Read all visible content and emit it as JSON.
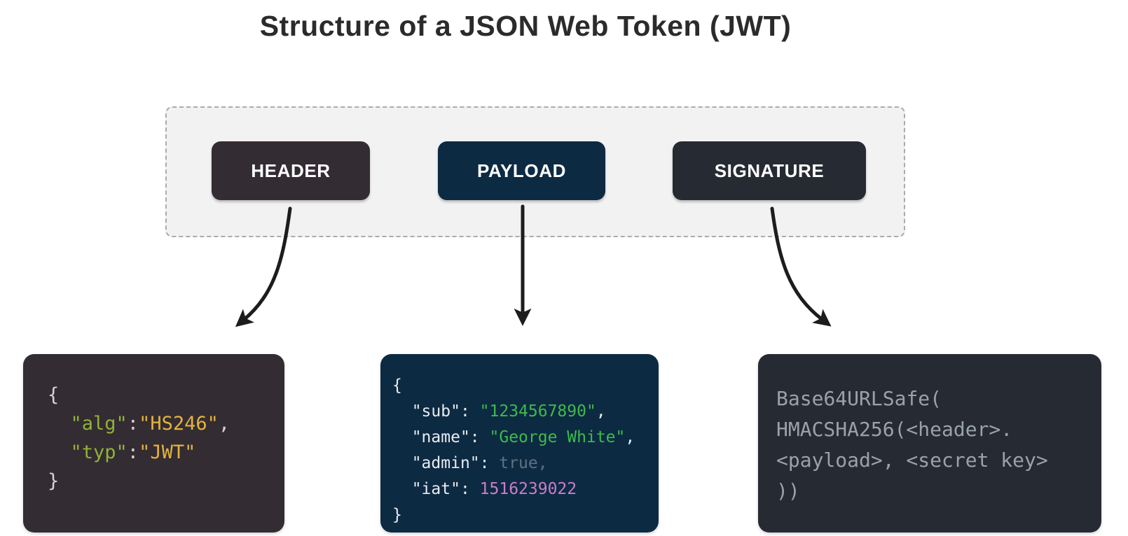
{
  "title": "Structure of a JSON Web Token (JWT)",
  "parts": [
    {
      "id": "header",
      "label": "HEADER"
    },
    {
      "id": "payload",
      "label": "PAYLOAD"
    },
    {
      "id": "signature",
      "label": "SIGNATURE"
    }
  ],
  "colors": {
    "title_text": "#2b2b2b",
    "group_bg": "#f2f2f3",
    "group_border": "#ababab",
    "header_bg": "#342c33",
    "payload_bg": "#0d2a43",
    "signature_bg": "#262b33",
    "label_text": "#ffffff",
    "arrow": "#1d1d1d",
    "punct": "#d6d3d6",
    "key_green": "#8fb337",
    "value_gold": "#e2b43c",
    "payload_text": "#e8ecef",
    "string_green": "#3dbb4a",
    "bool_gray": "#5f7282",
    "number_pink": "#c87ec8",
    "sig_text": "#99a2ac"
  },
  "code_blocks": {
    "header": {
      "lines": [
        [
          {
            "t": "{",
            "c": "punct"
          }
        ],
        [
          {
            "t": "  ",
            "c": "punct"
          },
          {
            "t": "\"alg\"",
            "c": "key_green"
          },
          {
            "t": ":",
            "c": "punct"
          },
          {
            "t": "\"HS246\"",
            "c": "value_gold"
          },
          {
            "t": ",",
            "c": "punct"
          }
        ],
        [
          {
            "t": "  ",
            "c": "punct"
          },
          {
            "t": "\"typ\"",
            "c": "key_green"
          },
          {
            "t": ":",
            "c": "punct"
          },
          {
            "t": "\"JWT\"",
            "c": "value_gold"
          }
        ],
        [
          {
            "t": "}",
            "c": "punct"
          }
        ]
      ]
    },
    "payload": {
      "lines": [
        [
          {
            "t": "{",
            "c": "payload_text"
          }
        ],
        [
          {
            "t": "  ",
            "c": "payload_text"
          },
          {
            "t": "\"sub\"",
            "c": "payload_text"
          },
          {
            "t": ": ",
            "c": "payload_text"
          },
          {
            "t": "\"1234567890\"",
            "c": "string_green"
          },
          {
            "t": ",",
            "c": "payload_text"
          }
        ],
        [
          {
            "t": "  ",
            "c": "payload_text"
          },
          {
            "t": "\"name\"",
            "c": "payload_text"
          },
          {
            "t": ": ",
            "c": "payload_text"
          },
          {
            "t": "\"George White\"",
            "c": "string_green"
          },
          {
            "t": ",",
            "c": "payload_text"
          }
        ],
        [
          {
            "t": "  ",
            "c": "payload_text"
          },
          {
            "t": "\"admin\"",
            "c": "payload_text"
          },
          {
            "t": ": ",
            "c": "payload_text"
          },
          {
            "t": "true",
            "c": "bool_gray"
          },
          {
            "t": ",",
            "c": "bool_gray"
          }
        ],
        [
          {
            "t": "  ",
            "c": "payload_text"
          },
          {
            "t": "\"iat\"",
            "c": "payload_text"
          },
          {
            "t": ": ",
            "c": "payload_text"
          },
          {
            "t": "1516239022",
            "c": "number_pink"
          }
        ],
        [
          {
            "t": "}",
            "c": "payload_text"
          }
        ]
      ]
    },
    "signature": {
      "lines": [
        [
          {
            "t": "Base64URLSafe(",
            "c": "sig_text"
          }
        ],
        [
          {
            "t": "HMACSHA256(<header>.",
            "c": "sig_text"
          }
        ],
        [
          {
            "t": "<payload>, <secret key>",
            "c": "sig_text"
          }
        ],
        [
          {
            "t": "))",
            "c": "sig_text"
          }
        ]
      ]
    }
  }
}
